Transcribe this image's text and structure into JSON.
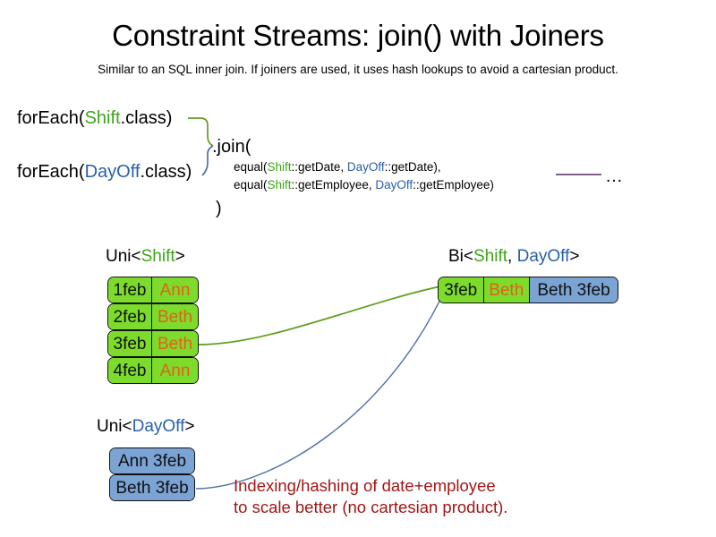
{
  "header": {
    "title": "Constraint Streams: join() with Joiners",
    "subtitle": "Similar to an SQL inner join. If joiners are used, it uses hash lookups to avoid a cartesian product."
  },
  "code": {
    "foreach_shift": {
      "prefix": "forEach(",
      "type": "Shift",
      "suffix": ".class)"
    },
    "foreach_dayoff": {
      "prefix": "forEach(",
      "type": "DayOff",
      "suffix": ".class)"
    },
    "join_open": ".join(",
    "joiner_1": {
      "prefix": "equal(",
      "left_type": "Shift",
      "left_ref": "::getDate, ",
      "right_type": "DayOff",
      "right_ref": "::getDate),"
    },
    "joiner_2": {
      "prefix": "equal(",
      "left_type": "Shift",
      "left_ref": "::getEmployee, ",
      "right_type": "DayOff",
      "right_ref": "::getEmployee)"
    },
    "join_close": ")",
    "ellipsis": "…"
  },
  "streams": {
    "uni_shift": {
      "caption_prefix": "Uni<",
      "caption_type": "Shift",
      "caption_suffix": ">",
      "rows": [
        {
          "date": "1feb",
          "employee": "Ann"
        },
        {
          "date": "2feb",
          "employee": "Beth"
        },
        {
          "date": "3feb",
          "employee": "Beth"
        },
        {
          "date": "4feb",
          "employee": "Ann"
        }
      ]
    },
    "uni_dayoff": {
      "caption_prefix": "Uni<",
      "caption_type": "DayOff",
      "caption_suffix": ">",
      "rows": [
        {
          "label": "Ann 3feb"
        },
        {
          "label": "Beth 3feb"
        }
      ]
    },
    "bi_join": {
      "caption_prefix": "Bi<",
      "caption_type_a": "Shift",
      "caption_sep": ", ",
      "caption_type_b": "DayOff",
      "caption_suffix": ">",
      "row": {
        "date": "3feb",
        "employee": "Beth",
        "dayoff": "Beth 3feb"
      }
    }
  },
  "annotation": {
    "line1": "Indexing/hashing of date+employee",
    "line2": "to scale better (no cartesian product)."
  },
  "colors": {
    "shift_green": "#3ca518",
    "dayoff_blue": "#2a5fa8",
    "box_green": "#7ddc2b",
    "box_blue": "#7ba3d4",
    "employee_orange": "#e2601a",
    "annotation_red": "#a31515",
    "connector_purple": "#6d4a77",
    "box_border": "#111111"
  }
}
